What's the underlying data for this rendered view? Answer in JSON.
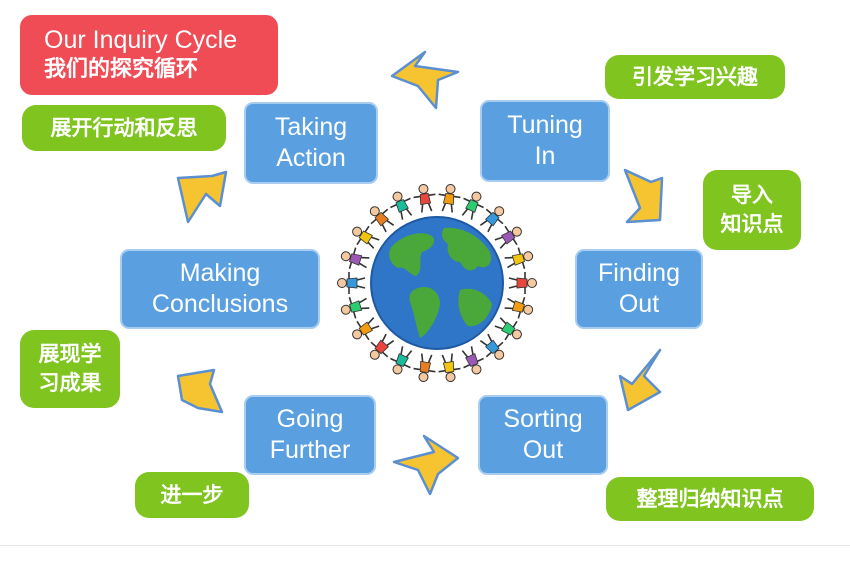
{
  "title": {
    "en": "Our Inquiry Cycle",
    "zh": "我们的探究循环"
  },
  "stages": {
    "tuning_in": "Tuning\nIn",
    "finding_out": "Finding\nOut",
    "sorting_out": "Sorting\nOut",
    "going_further": "Going\nFurther",
    "making_conclusions": "Making\nConclusions",
    "taking_action": "Taking\nAction"
  },
  "captions": {
    "tuning_in": "引发学习兴趣",
    "finding_out": "导入\n知识点",
    "sorting_out": "整理归纳知识点",
    "going_further": "进一步",
    "making_conclusions": "展现学\n习成果",
    "taking_action": "展开行动和反思"
  },
  "colors": {
    "title_bg": "#f04c55",
    "stage_bg": "#5aa0e0",
    "caption_bg": "#7fc41f",
    "arrow_fill": "#f7c431",
    "arrow_stroke": "#5b8fd0",
    "globe_ocean": "#2f76c8",
    "globe_land": "#4aa83a"
  }
}
